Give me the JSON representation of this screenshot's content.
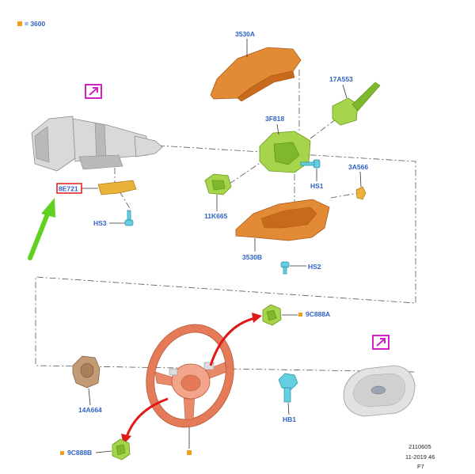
{
  "legend": {
    "code": "= 3600"
  },
  "labels": {
    "p3530A": "3530A",
    "p17A553": "17A553",
    "p3F818": "3F818",
    "p3A566": "3A566",
    "pHS1": "HS1",
    "p11K665": "11K665",
    "p3530B": "3530B",
    "pHS2": "HS2",
    "p8E721": "8E721",
    "pHS3": "HS3",
    "p9C888A": "9C888A",
    "p9C888B": "9C888B",
    "p14A664": "14A664",
    "pHB1": "HB1"
  },
  "footer": {
    "line1": "2110605",
    "line2": "11-2019 46",
    "line3": "F7"
  },
  "colors": {
    "label_blue": "#2f62c4",
    "legend_orange": "#f0a020",
    "highlight_red": "#e01818",
    "link_magenta": "#d21fc4",
    "pointer_green": "#5fd11e"
  },
  "icons": {
    "link": "external-link-icon",
    "pointer": "green-arrow-icon"
  }
}
